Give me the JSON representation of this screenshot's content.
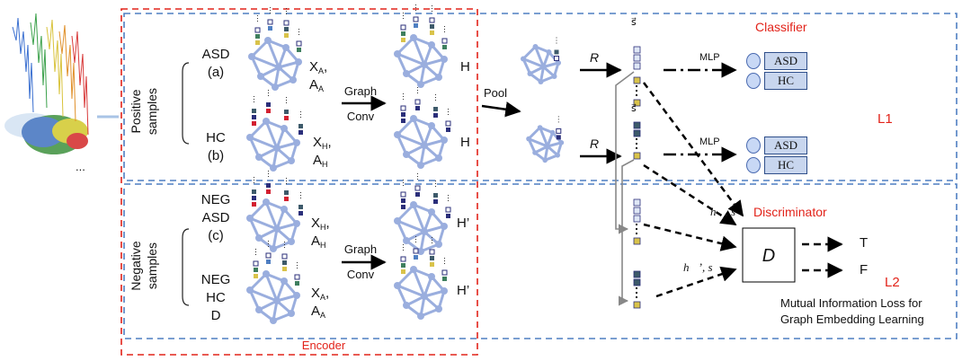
{
  "labels": {
    "positive_samples": "Positive samples",
    "negative_samples": "Negative samples",
    "asd": "ASD",
    "a": "(a)",
    "hc": "HC",
    "b": "(b)",
    "neg_asd_1": "NEG",
    "neg_asd_2": "ASD",
    "c": "(c)",
    "neg_hc_1": "NEG",
    "neg_hc_2": "HC",
    "d": "D",
    "xa_1": "X",
    "xa_1_sub": "A",
    "xa_1_comma": ",",
    "aa_1": "A",
    "aa_1_sub": "A",
    "xh_1": "X",
    "xh_1_sub": "H",
    "xh_1_comma": ",",
    "ah_1": "A",
    "ah_1_sub": "H",
    "xh_2": "X",
    "xh_2_sub": "H",
    "xh_2_comma": ",",
    "ah_2": "A",
    "ah_2_sub": "H",
    "xa_2": "X",
    "xa_2_sub": "A",
    "xa_2_comma": ",",
    "aa_2": "A",
    "aa_2_sub": "A",
    "graph_conv_top_1": "Graph",
    "graph_conv_top_2": "Conv",
    "graph_conv_bottom_1": "Graph",
    "graph_conv_bottom_2": "Conv",
    "h_top": "H",
    "h_mid": "H",
    "h_prime_top": "H’",
    "h_prime_bottom": "H’",
    "pool": "Pool",
    "r_top": "R",
    "r_bottom": "R",
    "s_top": "s⃗",
    "s_bottom": "s⃗",
    "mlp_top": "MLP",
    "mlp_bottom": "MLP",
    "classifier": "Classifier",
    "class_asd_top": "ASD",
    "class_hc_top": "HC",
    "class_asd_bottom": "ASD",
    "class_hc_bottom": "HC",
    "l1": "L1",
    "l2": "L2",
    "h_s": "h⃗, s⃗",
    "hp_s": "h⃗’, s⃗",
    "discriminator": "Discriminator",
    "out_t": "T",
    "out_f": "F",
    "mi_loss_1": "Mutual Information Loss for",
    "mi_loss_2": "Graph Embedding Learning",
    "encoder": "Encoder",
    "ellipsis": "..."
  },
  "colors": {
    "blue_dash": "#4f7fc2",
    "red_dash": "#e2231a",
    "graph_node": "#9aaede",
    "graph_edge": "#9aaede",
    "pill_fill": "#c8d6ee",
    "feat_navy": "#2b2f7a",
    "feat_red": "#d32030",
    "feat_green": "#3f7f5f",
    "feat_yellow": "#d9c34a",
    "feat_blue": "#4f7fc2",
    "feat_slate": "#3d5a6a",
    "label_red": "#e2231a"
  },
  "icons": {
    "brain": "brain-eeg-icon",
    "arrow": "right-arrow-icon"
  }
}
